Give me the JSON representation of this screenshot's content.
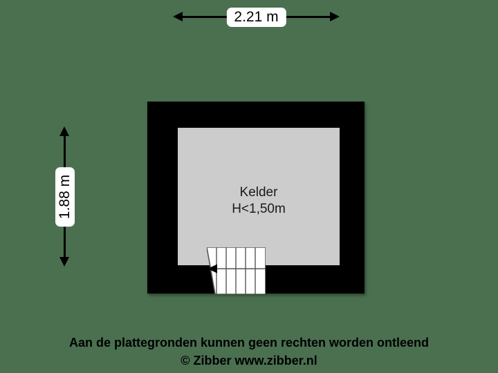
{
  "plan": {
    "title": "Kelder floor plan",
    "room": {
      "name": "Kelder",
      "height_note": "H<1,50m"
    },
    "dimensions": {
      "width_label": "2.21 m",
      "height_label": "1.88 m"
    },
    "stairs": {
      "name": "staircase",
      "step_count": 6,
      "direction": "left"
    },
    "colors": {
      "background": "#4a7050",
      "wall": "#000000",
      "room_fill": "#cccccc",
      "label_bg": "#ffffff",
      "text": "#000000"
    }
  },
  "footer": {
    "disclaimer": "Aan de plattegronden kunnen geen rechten worden ontleend",
    "copyright": "© Zibber www.zibber.nl"
  }
}
